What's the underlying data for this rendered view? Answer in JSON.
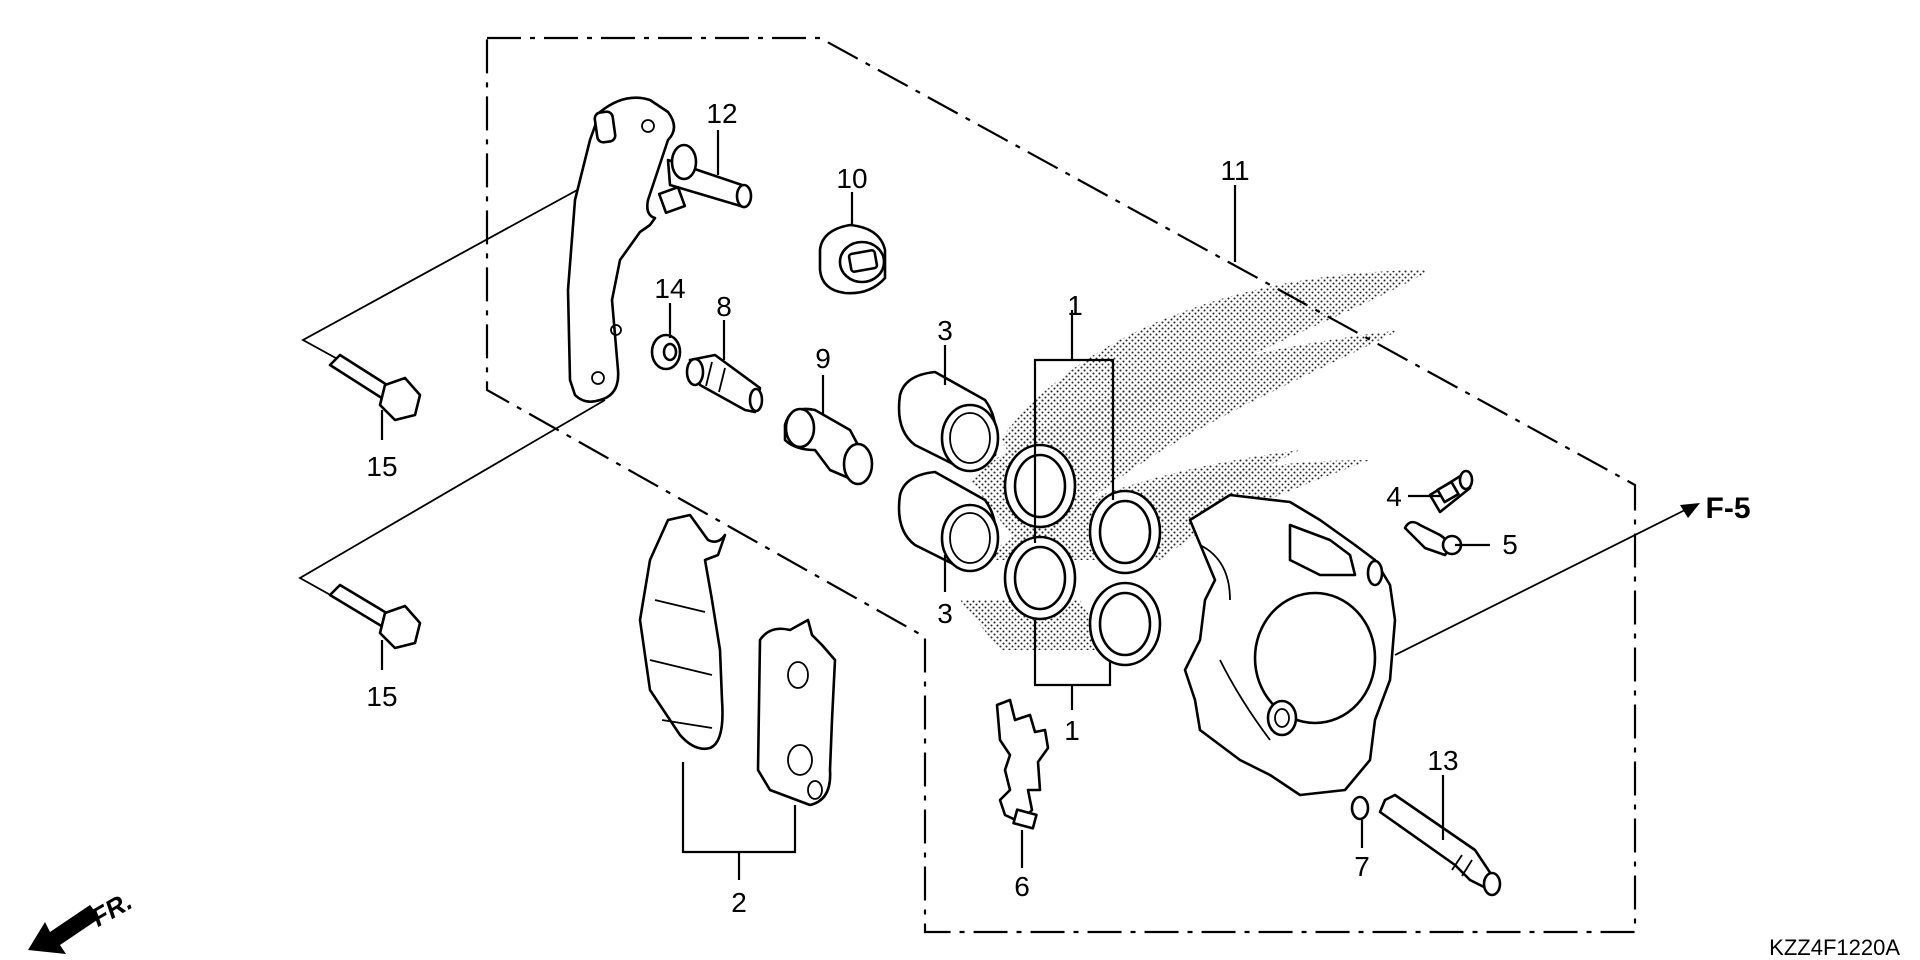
{
  "diagram_code": "KZZ4F1220A",
  "ref_label": "F-5",
  "front_label": "FR.",
  "callouts": {
    "c1a": "1",
    "c1b": "1",
    "c2": "2",
    "c3a": "3",
    "c3b": "3",
    "c4": "4",
    "c5": "5",
    "c6": "6",
    "c7": "7",
    "c8": "8",
    "c9": "9",
    "c10": "10",
    "c11": "11",
    "c12": "12",
    "c13": "13",
    "c14": "14",
    "c15a": "15",
    "c15b": "15"
  }
}
